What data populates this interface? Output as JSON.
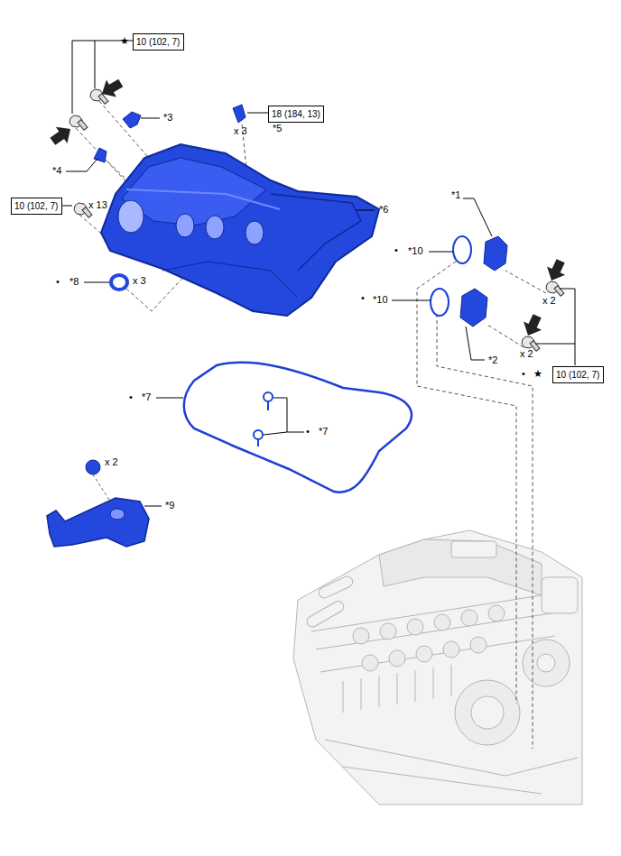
{
  "diagram": {
    "nodes": [
      {
        "text": [
          "10 (102, 7)"
        ]
      },
      {
        "text": [
          "18 (184, 13)"
        ]
      },
      {
        "text": [
          "10 (102, 7)"
        ]
      },
      {
        "text": [
          "10 (102, 7)"
        ]
      }
    ],
    "labels": [
      "★",
      "*3",
      "x 3",
      "*5",
      "*4",
      "x 13",
      "*6",
      "*1",
      "•",
      "*10",
      "x 2",
      "•",
      "*8",
      "x 3",
      "•",
      "*10",
      "x 2",
      "*2",
      "•",
      "★",
      "•",
      "*7",
      "•",
      "*7",
      "x 2",
      "*9"
    ]
  }
}
